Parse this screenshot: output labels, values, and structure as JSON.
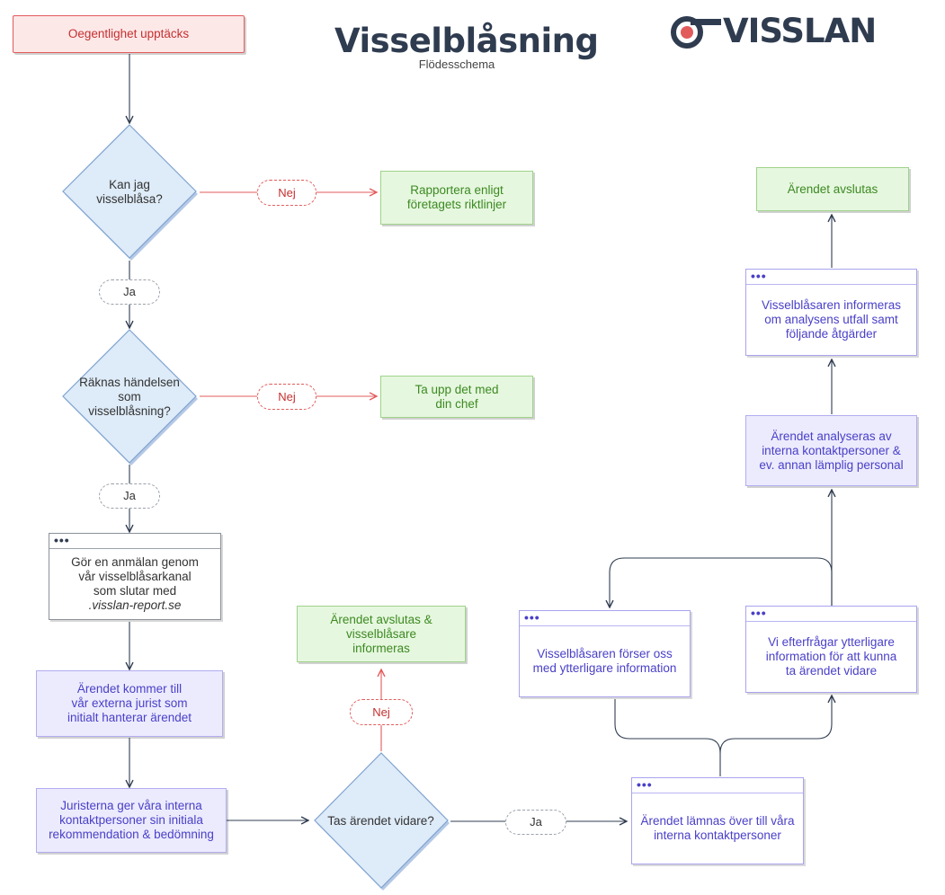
{
  "header": {
    "title": "Visselblåsning",
    "subtitle": "Flödesschema",
    "logo_text": "VISSLAN"
  },
  "colors": {
    "navy": "#2f3c50",
    "red": "#e25b5b",
    "green": "#3c8a22",
    "purple": "#4a40c8",
    "diamond_fill": "#deebf8"
  },
  "nodes": {
    "start": "Oegentlighet upptäcks",
    "q1": "Kan jag\nvisselblåsa?",
    "q2": "Räknas händelsen\nsom\nvisselblåsning?",
    "q3": "Tas ärendet vidare?",
    "report_policy": "Rapportera enligt\nföretagets riktlinjer",
    "talk_manager": "Ta upp det med\ndin chef",
    "report_channel": "Gör en anmälan genom\nvår visselblåsarkanal\nsom slutar med",
    "report_domain": ".visslan-report.se",
    "external_lawyer": "Ärendet kommer till\nvår externa jurist som\ninitialt hanterar ärendet",
    "lawyers_recommend": "Juristerna ger våra interna\nkontaktpersoner sin initiala\nrekommendation & bedömning",
    "closed_informed": "Ärendet avslutas &\nvisselblåsare\ninformeras",
    "handover": "Ärendet lämnas över till våra\ninterna kontaktpersoner",
    "request_info": "Vi efterfrågar ytterligare\ninformation för att kunna\nta ärendet vidare",
    "provide_info": "Visselblåsaren förser oss\nmed ytterligare  information",
    "analysis": "Ärendet analyseras av\ninterna kontaktpersoner &\nev. annan lämplig personal",
    "inform_outcome": "Visselblåsaren informeras\nom analysens utfall samt\nföljande åtgärder",
    "closed": "Ärendet avslutas"
  },
  "labels": {
    "no": "Nej",
    "yes": "Ja"
  }
}
